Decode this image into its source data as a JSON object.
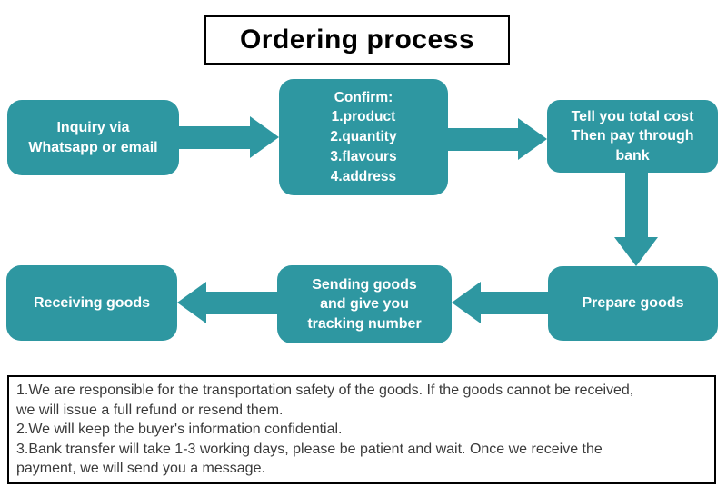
{
  "title": "Ordering process",
  "colors": {
    "teal": "#2e97a1",
    "box_text": "#ffffff",
    "title_text": "#000000",
    "notes_text": "#3a3a3a",
    "border": "#000000"
  },
  "steps": {
    "inquiry": "Inquiry via\nWhatsapp or email",
    "confirm": "Confirm:\n1.product\n2.quantity\n3.flavours\n4.address",
    "total_cost": "Tell you total cost\nThen pay through\nbank",
    "prepare": "Prepare goods",
    "sending": "Sending goods\nand give you\ntracking number",
    "receiving": "Receiving goods"
  },
  "arrows": [
    {
      "name": "inquiry-to-confirm",
      "direction": "right"
    },
    {
      "name": "confirm-to-total-cost",
      "direction": "right"
    },
    {
      "name": "total-cost-to-prepare",
      "direction": "down"
    },
    {
      "name": "prepare-to-sending",
      "direction": "left"
    },
    {
      "name": "sending-to-receiving",
      "direction": "left"
    }
  ],
  "notes": [
    "1.We are responsible for the transportation safety of the goods. If the goods cannot be received,\nwe will issue a full refund or resend them.",
    "2.We will keep the buyer's information confidential.",
    "3.Bank transfer will take 1-3 working days, please be patient and wait. Once we receive the\npayment, we will send you a message."
  ]
}
